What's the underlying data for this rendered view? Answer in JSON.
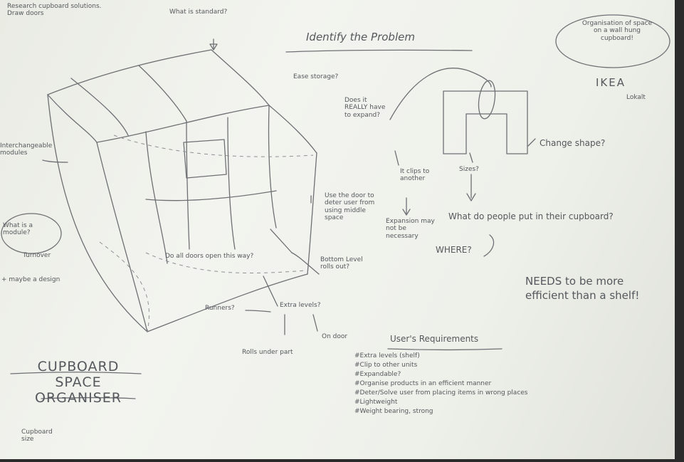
{
  "sheet": {
    "top_left_note": "Research cupboard solutions. Draw doors",
    "what_standard": "What is standard?",
    "title": "Identify the Problem",
    "oval_note": "Organisation of space on a wall hung cupboard!",
    "ikea": "IKEA",
    "ikea_sub": "Lokalt",
    "ease_storage": "Ease storage?",
    "does_it": "Does it REALLY have to expand?",
    "change_shape": "Change shape?",
    "left_mid_note": "Interchangeable modules",
    "left_oval_note": "What is a module?",
    "turnover": "Turnover",
    "left_note_3": "+ maybe a design",
    "clips": "It clips to another",
    "sizes": "Sizes?",
    "door_note": "Use the door to deter user from using middle space",
    "expansion": "Expansion may not be necessary",
    "what_people_put": "What do people put in their cupboard?",
    "where": "WHERE?",
    "do_all_doors": "Do all doors open this way?",
    "bottom_level": "Bottom Level rolls out?",
    "needs": "NEEDS to be more efficient than a shelf!",
    "runners": "Runners?",
    "extra_levels": "Extra levels?",
    "on_door": "On door",
    "rolls_under": "Rolls under part",
    "cupboard_space": "CUPBOARD SPACE ORGANISER",
    "bottom_left": "Cupboard size",
    "user_requirements": {
      "heading": "User's Requirements",
      "items": [
        "#Extra levels (shelf)",
        "#Clip to other units",
        "#Expandable?",
        "#Organise products in an efficient manner",
        "#Deter/Solve user from placing items in wrong places",
        "#Lightweight",
        "#Weight bearing, strong"
      ]
    }
  }
}
